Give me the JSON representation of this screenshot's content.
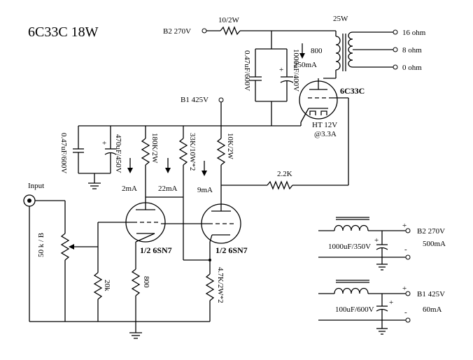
{
  "title": "6C33C  18W",
  "rails": {
    "b2": "B2  270V",
    "b1": "B1  425V"
  },
  "output": {
    "transformer": "25W",
    "taps": [
      "16 ohm",
      "8 ohm",
      "0 ohm"
    ],
    "drop_resistor": "10/2W",
    "bias_resistor": "800",
    "current": "250mA",
    "cap_a": "0.47uF/600V",
    "cap_b": "1000uF/400V",
    "tube": "6C33C",
    "heater": "HT 12V",
    "heater_current": "@3.3A"
  },
  "driver": {
    "cap_a": "0.47uF/600V",
    "cap_b": "470uF/450V",
    "r_plate1": "180K/2W",
    "r_plate2": "33K/10W*2",
    "r_plate3": "10K/2W",
    "feedback": "2.2K",
    "current1": "2mA",
    "current2": "22mA",
    "current3": "9mA",
    "tube1": "1/2 6SN7",
    "tube2": "1/2 6SN7",
    "r_grid": "20k",
    "r_cathode1": "800",
    "r_cathode2": "4.7K/2W*2"
  },
  "input": {
    "label": "Input",
    "pot": "50 k / B"
  },
  "psu": {
    "filter1_cap": "1000uF/350V",
    "filter1_out": "B2  270V",
    "filter1_current": "500mA",
    "filter2_cap": "100uF/600V",
    "filter2_out": "B1 425V",
    "filter2_current": "60mA",
    "plus": "+",
    "minus": "-"
  }
}
